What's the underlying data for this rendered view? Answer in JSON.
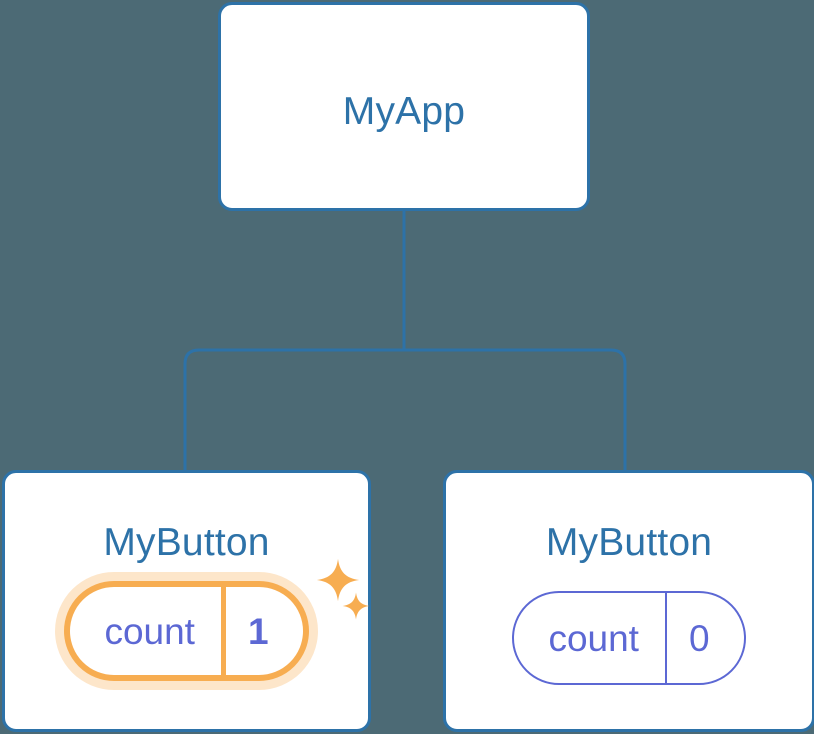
{
  "theme": {
    "background": "#4c6a75",
    "card_background": "#ffffff",
    "card_border": "#2d72a8",
    "node_title_color": "#2d72a8",
    "connector_color": "#2d72a8",
    "state_color": "#5c68d4",
    "highlight_color": "#f7ad51",
    "highlight_glow": "#fce0b0"
  },
  "diagram": {
    "type": "component-tree",
    "root": {
      "title": "MyApp"
    },
    "children": [
      {
        "title": "MyButton",
        "state": {
          "key": "count",
          "value": "1"
        },
        "highlighted": true,
        "sparkles": [
          "sparkle-large",
          "sparkle-small"
        ]
      },
      {
        "title": "MyButton",
        "state": {
          "key": "count",
          "value": "0"
        },
        "highlighted": false,
        "sparkles": []
      }
    ]
  }
}
